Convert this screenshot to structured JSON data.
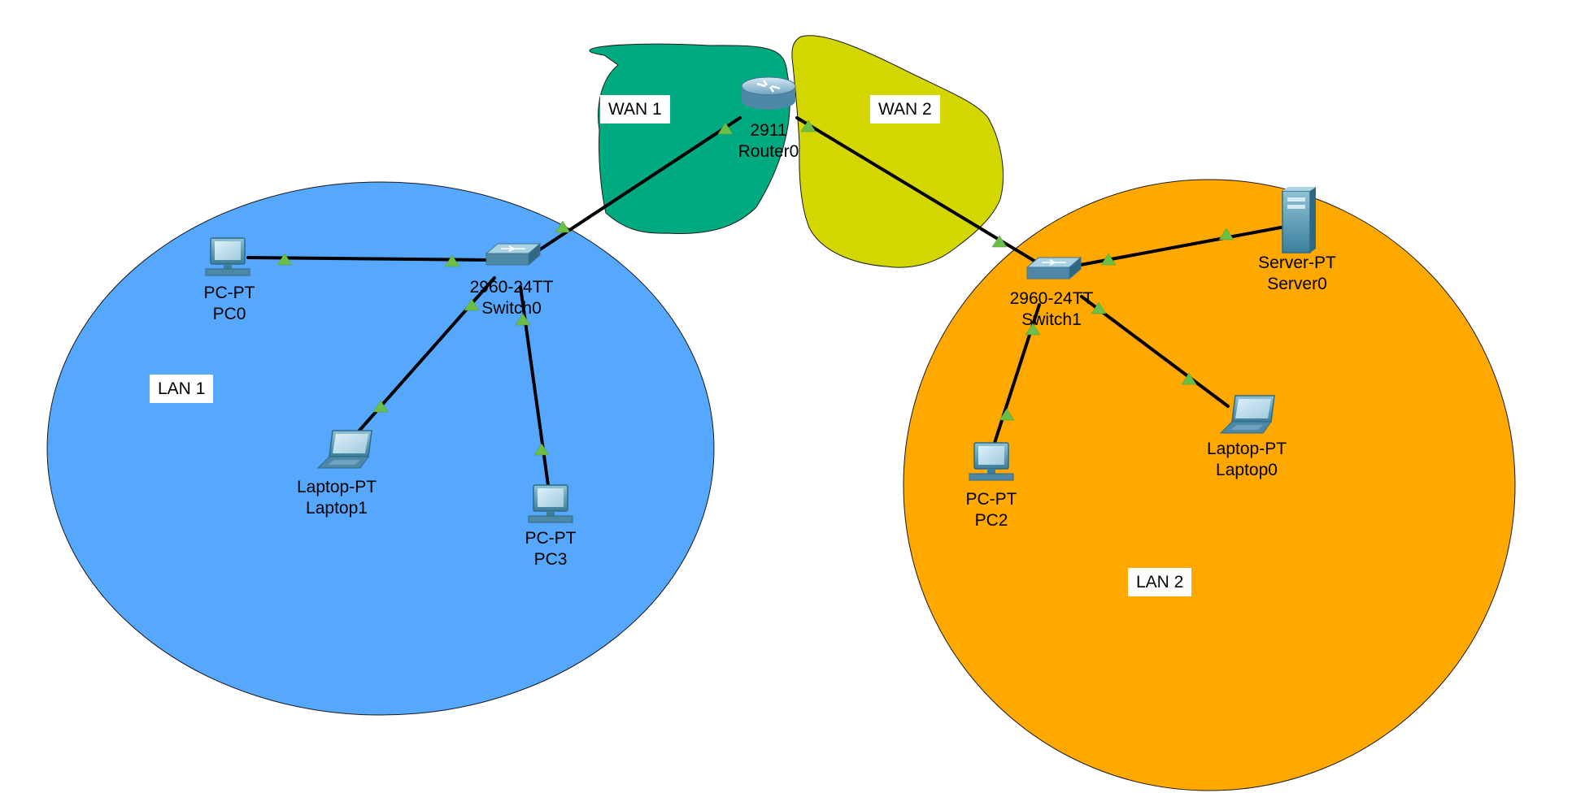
{
  "zones": {
    "lan1": {
      "label": "LAN 1",
      "color": "#55A8FD"
    },
    "lan2": {
      "label": "LAN 2",
      "color": "#FFA800"
    },
    "wan1": {
      "label": "WAN 1",
      "color": "#00AA80"
    },
    "wan2": {
      "label": "WAN 2",
      "color": "#D4D600"
    }
  },
  "link_color": "#000000",
  "port_indicator_color": "#6BBF47",
  "devices": {
    "router0": {
      "model": "2911",
      "name": "Router0",
      "icon": "router-icon"
    },
    "switch0": {
      "model": "2960-24TT",
      "name": "Switch0",
      "icon": "switch-icon"
    },
    "switch1": {
      "model": "2960-24TT",
      "name": "Switch1",
      "icon": "switch-icon"
    },
    "pc0": {
      "model": "PC-PT",
      "name": "PC0",
      "icon": "pc-icon"
    },
    "pc3": {
      "model": "PC-PT",
      "name": "PC3",
      "icon": "pc-icon"
    },
    "pc2": {
      "model": "PC-PT",
      "name": "PC2",
      "icon": "pc-icon"
    },
    "laptop1": {
      "model": "Laptop-PT",
      "name": "Laptop1",
      "icon": "laptop-icon"
    },
    "laptop0": {
      "model": "Laptop-PT",
      "name": "Laptop0",
      "icon": "laptop-icon"
    },
    "server0": {
      "model": "Server-PT",
      "name": "Server0",
      "icon": "server-icon"
    }
  }
}
